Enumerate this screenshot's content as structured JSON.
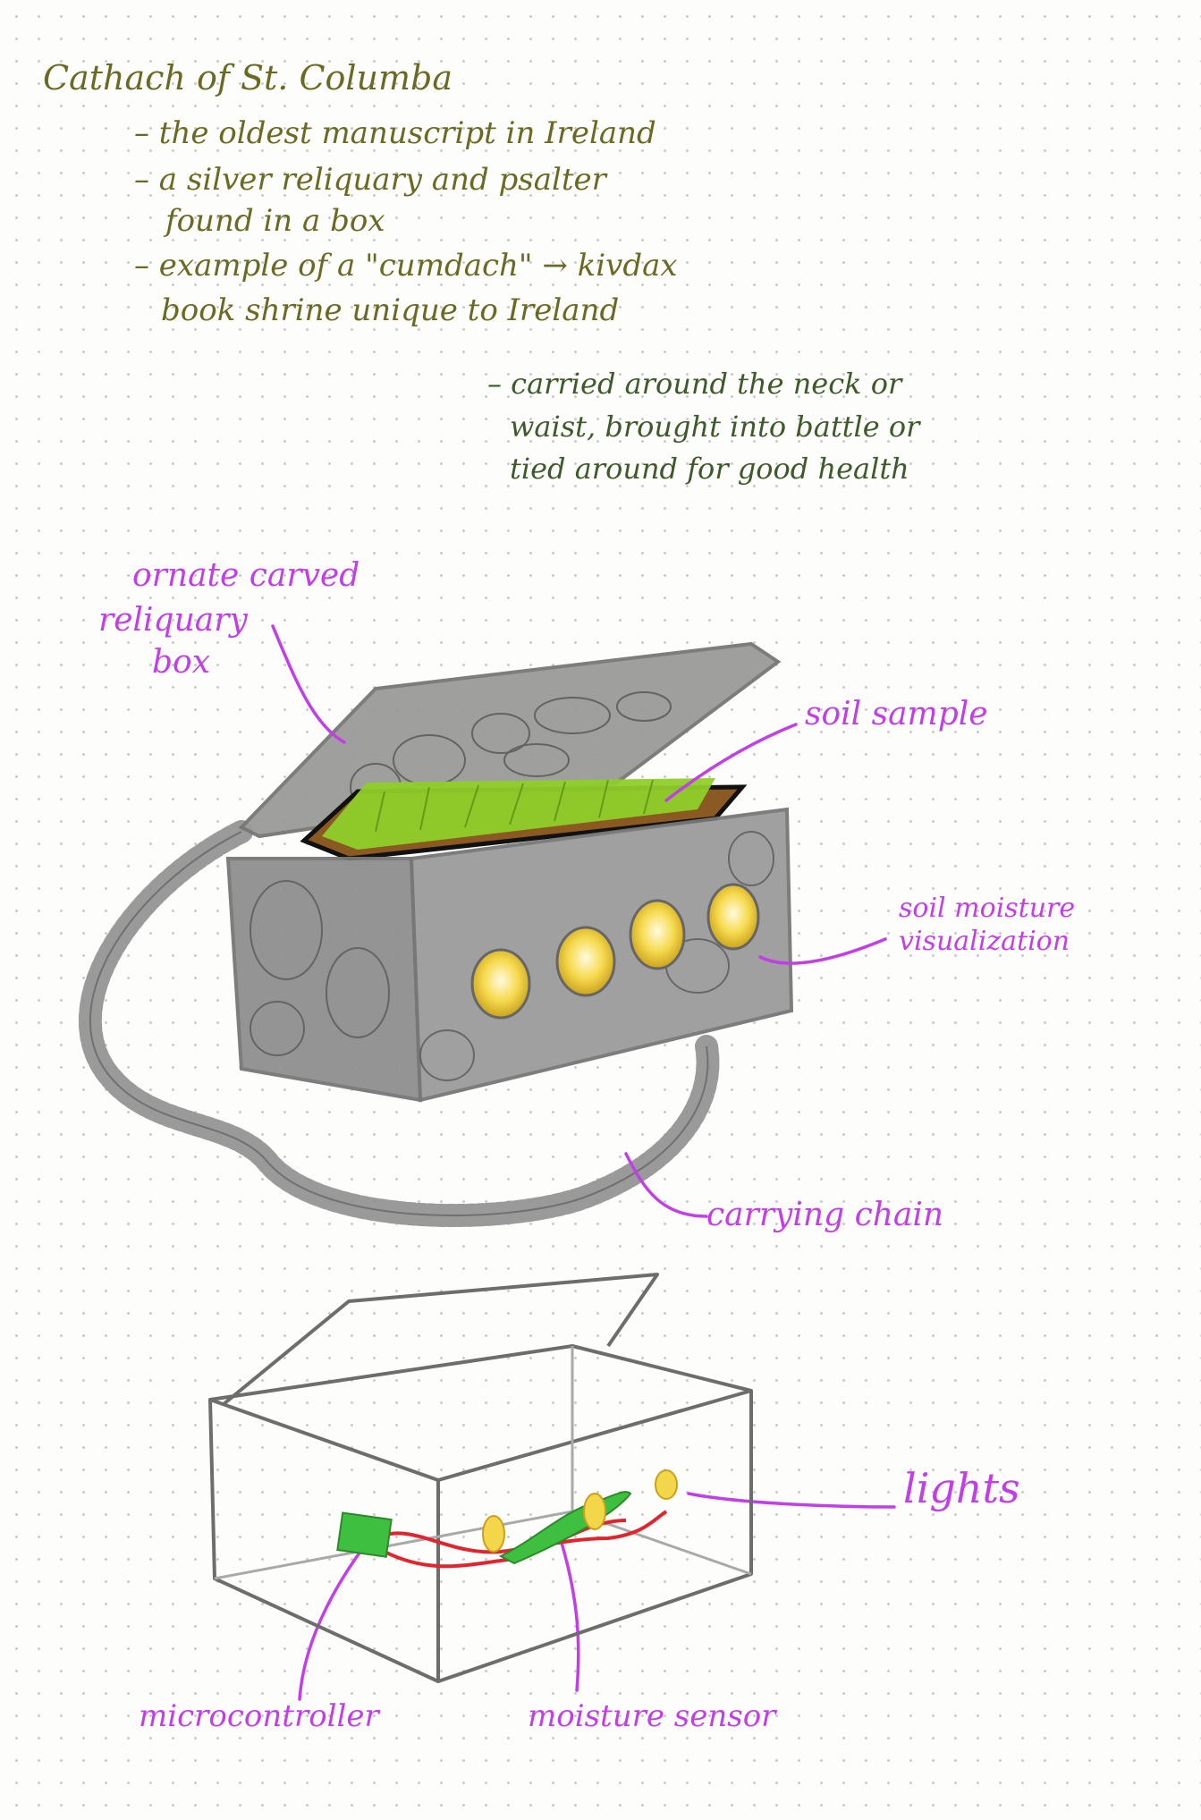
{
  "notes": {
    "title": "Cathach of St. Columba",
    "bullet1": "– the oldest manuscript in Ireland",
    "bullet2_line1": "– a silver reliquary and psalter",
    "bullet2_line2": "found in a box",
    "bullet3_line1": "– example of a \"cumdach\" → kivdax",
    "bullet3_line2": "book shrine unique to Ireland",
    "side_line1": "– carried around the neck or",
    "side_line2": "waist, brought into battle or",
    "side_line3": "tied around for good health"
  },
  "labels": {
    "box_label_1": "ornate carved",
    "box_label_2": "reliquary",
    "box_label_3": "box",
    "soil_sample": "soil sample",
    "moisture_viz_1": "soil moisture",
    "moisture_viz_2": "visualization",
    "chain": "carrying chain",
    "lights": "lights",
    "microcontroller": "microcontroller",
    "sensor": "moisture sensor"
  },
  "colors": {
    "ink_olive": "#6b6a24",
    "ink_green": "#3e5a2a",
    "ink_purple": "#c23ee8",
    "box_gray": "#8f8f8f",
    "soil_brown": "#8a5a22",
    "grass_green": "#8fcf2a",
    "light_yellow": "#f3d64a",
    "wire_red": "#e0252f",
    "board_green": "#3fbf3f"
  }
}
